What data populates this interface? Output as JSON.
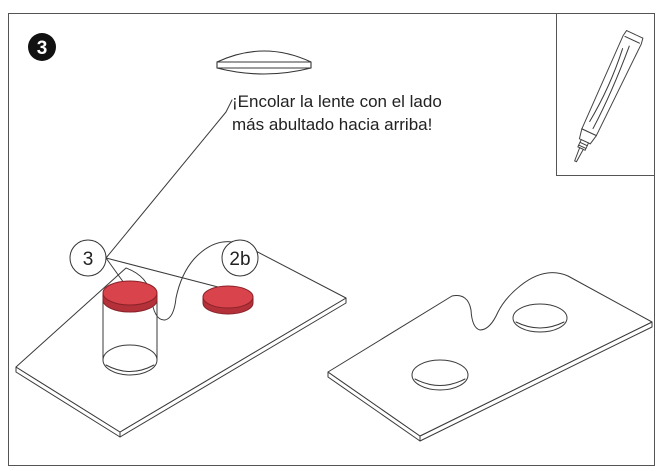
{
  "step": {
    "number": "3"
  },
  "instruction": {
    "line1": "¡Encolar la lente con el lado",
    "line2": "más abultado hacia arriba!"
  },
  "callouts": {
    "left": "3",
    "right": "2b"
  },
  "colors": {
    "lens_red": "#d9434b",
    "lens_red_dark": "#b5313a",
    "outline": "#3a3a3a"
  },
  "icons": {
    "tool": "glue-tube-icon",
    "lens": "convex-lens-icon"
  }
}
